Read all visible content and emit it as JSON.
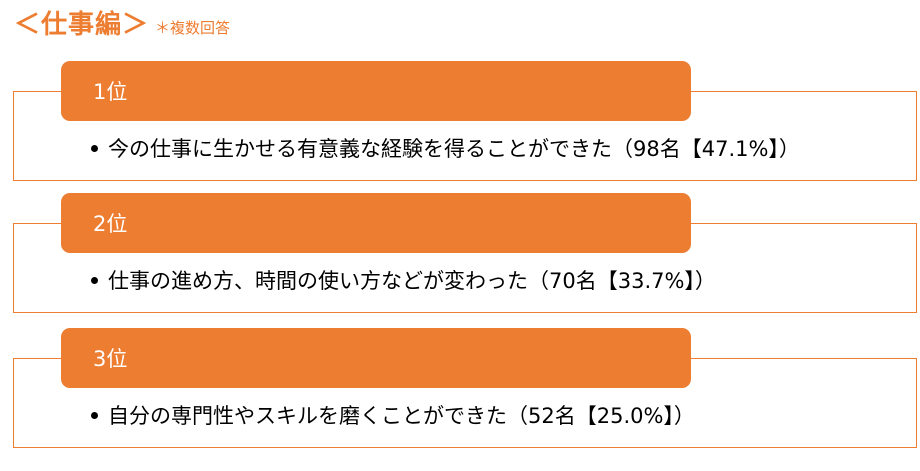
{
  "header": {
    "title": "＜仕事編＞",
    "note": "＊複数回答"
  },
  "colors": {
    "accent": "#ED7D31",
    "tab_text": "#FFFFFF",
    "item_text": "#000000"
  },
  "ranks": [
    {
      "label": "1位",
      "item": "今の仕事に生かせる有意義な経験を得ることができた（98名【47.1%】）"
    },
    {
      "label": "2位",
      "item": "仕事の進め方、時間の使い方などが変わった（70名【33.7%】）"
    },
    {
      "label": "3位",
      "item": "自分の専門性やスキルを磨くことができた（52名【25.0%】）"
    }
  ]
}
